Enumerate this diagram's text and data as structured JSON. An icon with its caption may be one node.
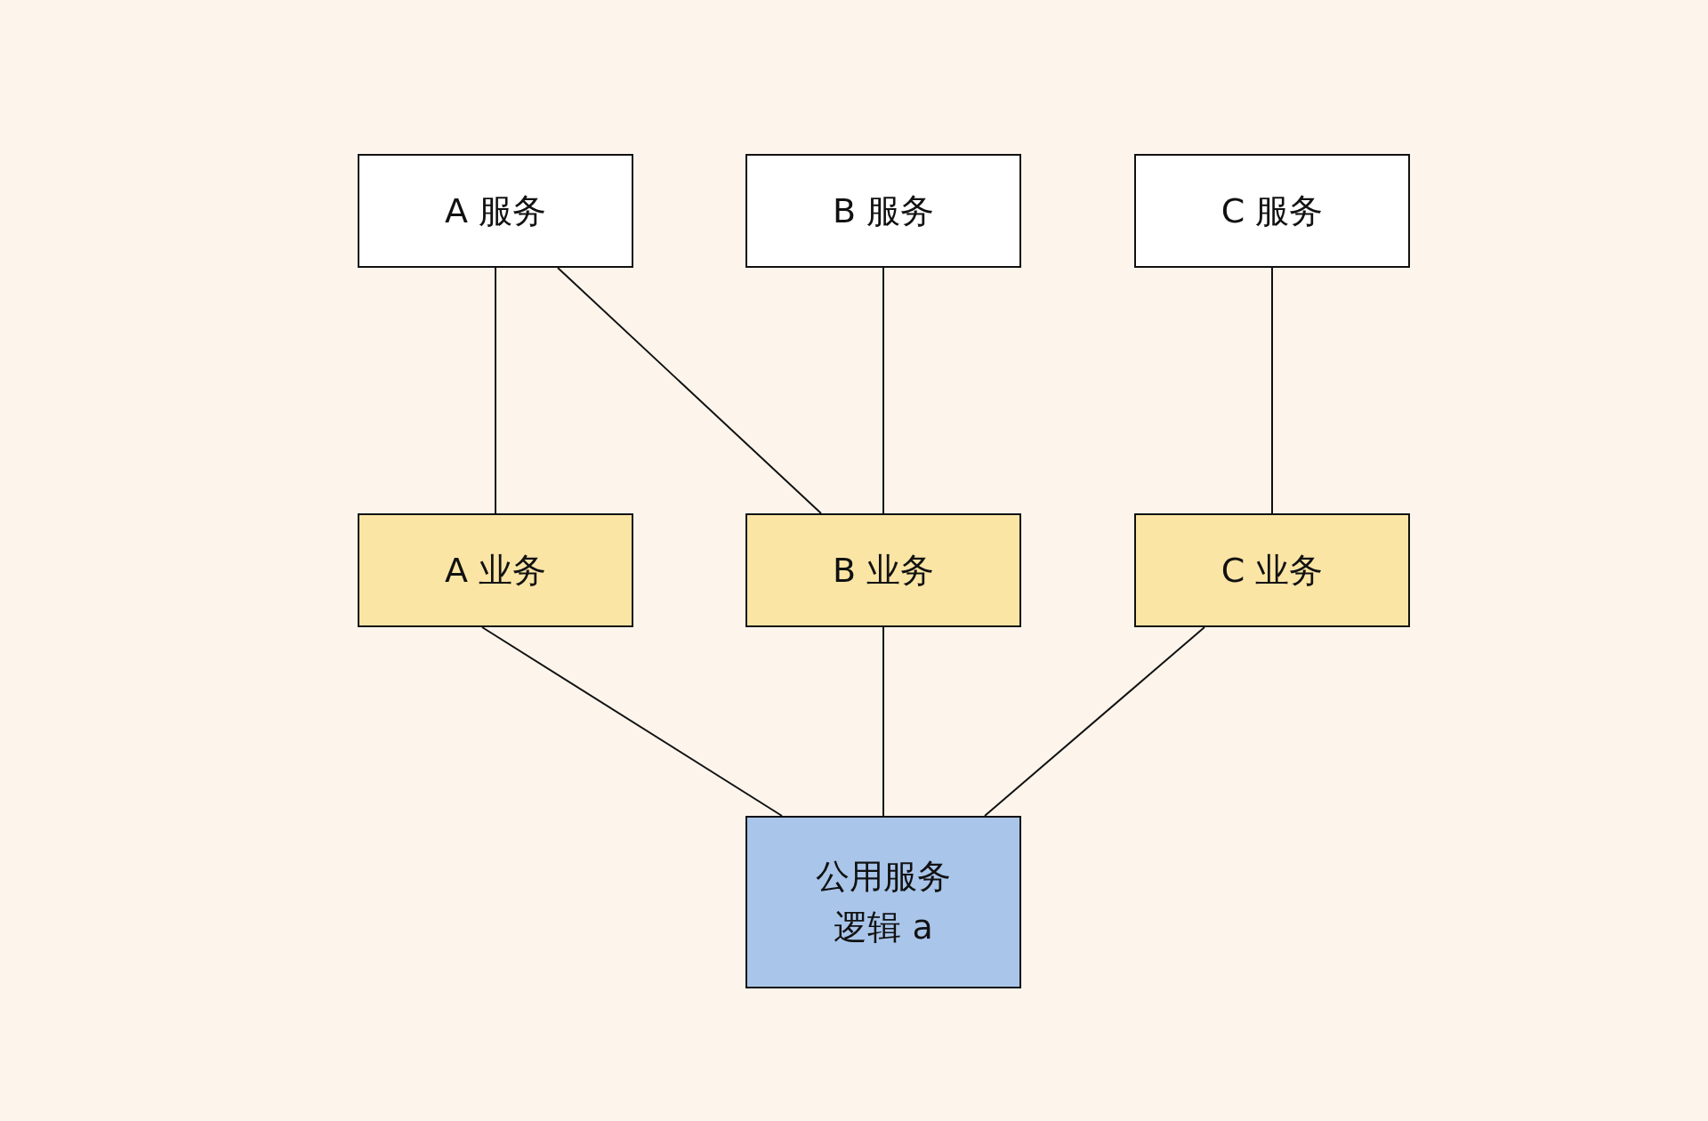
{
  "diagram": {
    "nodes": [
      {
        "text": [
          "A 服务"
        ]
      },
      {
        "text": [
          "B 服务"
        ]
      },
      {
        "text": [
          "C 服务"
        ]
      },
      {
        "text": [
          "A 业务"
        ]
      },
      {
        "text": [
          "B 业务"
        ]
      },
      {
        "text": [
          "C 业务"
        ]
      },
      {
        "text": [
          "公用服务逻辑 a"
        ]
      }
    ],
    "edges": [
      {
        "from": 0,
        "to": 3,
        "arrow": "none"
      },
      {
        "from": 0,
        "to": 4,
        "arrow": "none"
      },
      {
        "from": 1,
        "to": 4,
        "arrow": "none"
      },
      {
        "from": 2,
        "to": 5,
        "arrow": "none"
      },
      {
        "from": 3,
        "to": 6,
        "arrow": "none"
      },
      {
        "from": 4,
        "to": 6,
        "arrow": "none"
      },
      {
        "from": 5,
        "to": 6,
        "arrow": "none"
      }
    ]
  }
}
